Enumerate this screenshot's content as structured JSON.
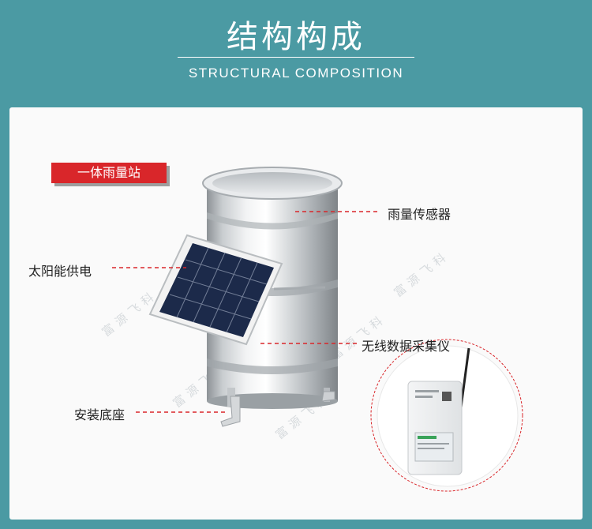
{
  "header": {
    "title_cn": "结构构成",
    "title_en": "STRUCTURAL COMPOSITION"
  },
  "tag": {
    "label": "一体雨量站"
  },
  "labels": {
    "rain_sensor": "雨量传感器",
    "solar": "太阳能供电",
    "collector": "无线数据采集仪",
    "base": "安装底座"
  },
  "watermark": "富源飞科",
  "colors": {
    "background": "#4b9aa3",
    "tag": "#d9262a",
    "leader": "#d9262a"
  }
}
